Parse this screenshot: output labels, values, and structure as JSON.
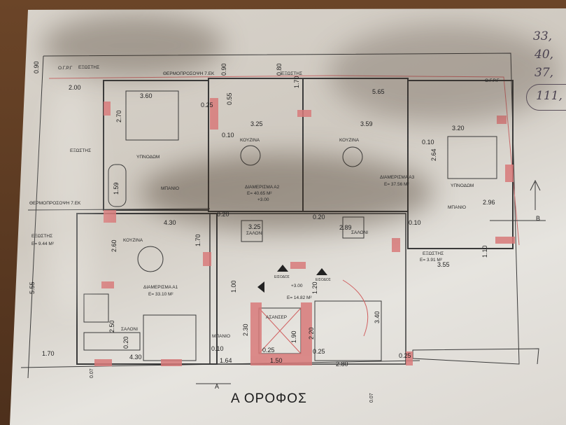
{
  "title": "Α ΟΡΟΦΟΣ",
  "section_marks": {
    "a": "A",
    "b": "B"
  },
  "rooms": {
    "balcony": "ΕΞΩΣΤΗΣ",
    "bedroom": "ΥΠΝΟΔΩΜ",
    "bath": "ΜΠΑΝΙΟ",
    "kitchen": "ΚΟΥΖΙΝΑ",
    "living": "ΣΑΛΟΝΙ",
    "elevator": "ΑΣΑΝΣΕΡ",
    "entrance": "ΕΙΣΟΔΟΣ",
    "ogrg": "Ο.Γ.Ρ.Γ",
    "insulation": "ΘΕΡΜΟΠΡΟΣΟΨΗ 7.ΕΚ"
  },
  "apartments": [
    {
      "name": "ΔΙΑΜΕΡΙΣΜΑ Α1",
      "area": "Ε= 33.10 Μ²"
    },
    {
      "name": "ΔΙΑΜΕΡΙΣΜΑ Α2",
      "area": "Ε= 40.65 Μ²",
      "level": "+3.00"
    },
    {
      "name": "ΔΙΑΜΕΡΙΣΜΑ Α3",
      "area": "Ε= 37.56 Μ²"
    }
  ],
  "common": {
    "area": "Ε= 14.82 Μ²",
    "level": "+3.00"
  },
  "balconies": {
    "left_area": "Ε= 9.44 Μ²",
    "right_area": "Ε= 3.91 Μ²"
  },
  "dims": [
    "0.90",
    "2.00",
    "3.60",
    "2.70",
    "0.25",
    "0.10",
    "0.55",
    "1.59",
    "0.90",
    "0.80",
    "1.70",
    "5.65",
    "3.25",
    "3.59",
    "3.20",
    "0.10",
    "2.64",
    "2.96",
    "0.10",
    "0.20",
    "0.20",
    "3.25",
    "2.89",
    "4.30",
    "2.60",
    "1.70",
    "3.55",
    "1.10",
    "1.00",
    "1.20",
    "5.55",
    "2.50",
    "2.30",
    "1.90",
    "2.20",
    "3.40",
    "0.25",
    "0.25",
    "0.25",
    "1.50",
    "1.64",
    "0.10",
    "2.80",
    "1.70",
    "4.30",
    "0.20",
    "0.07",
    "0.07"
  ],
  "handwritten": [
    "33,",
    "40,",
    "37,",
    "111,"
  ]
}
